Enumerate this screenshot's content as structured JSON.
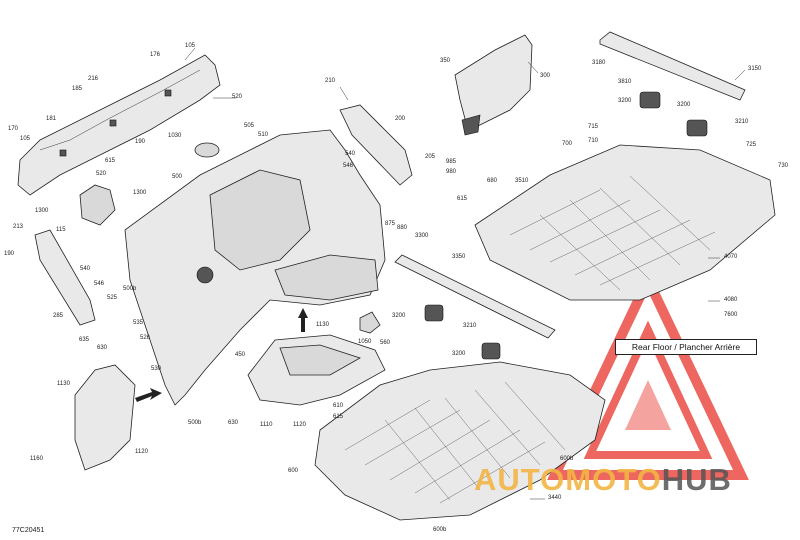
{
  "note": "Rear Floor / Plancher Arrière",
  "diagram_code": "77C20451",
  "watermark": {
    "part1": "AUTOMOTO",
    "part2": "HUB"
  },
  "colors": {
    "watermark_red": "#e8332a",
    "watermark_yellow": "#f2b544",
    "watermark_gray": "#555555"
  },
  "callouts": [
    "105",
    "176",
    "216",
    "185",
    "181",
    "190",
    "170",
    "105",
    "520",
    "615",
    "1030",
    "505",
    "510",
    "1300",
    "520",
    "1300",
    "213",
    "115",
    "190",
    "540",
    "546",
    "500b",
    "535",
    "525",
    "630",
    "635",
    "285",
    "526",
    "530",
    "1130",
    "1160",
    "1120",
    "450",
    "500",
    "1130",
    "1110",
    "1120",
    "610",
    "615",
    "1050",
    "500b",
    "630",
    "560",
    "210",
    "200",
    "540",
    "546",
    "205",
    "985",
    "980",
    "875",
    "880",
    "350",
    "300",
    "3180",
    "3150",
    "3810",
    "3200",
    "3210",
    "3200",
    "715",
    "710",
    "700",
    "725",
    "730",
    "680",
    "615",
    "3510",
    "3300",
    "3350",
    "3200",
    "3210",
    "3200",
    "4070",
    "4080",
    "7600",
    "600",
    "600b",
    "3440",
    "600b"
  ]
}
